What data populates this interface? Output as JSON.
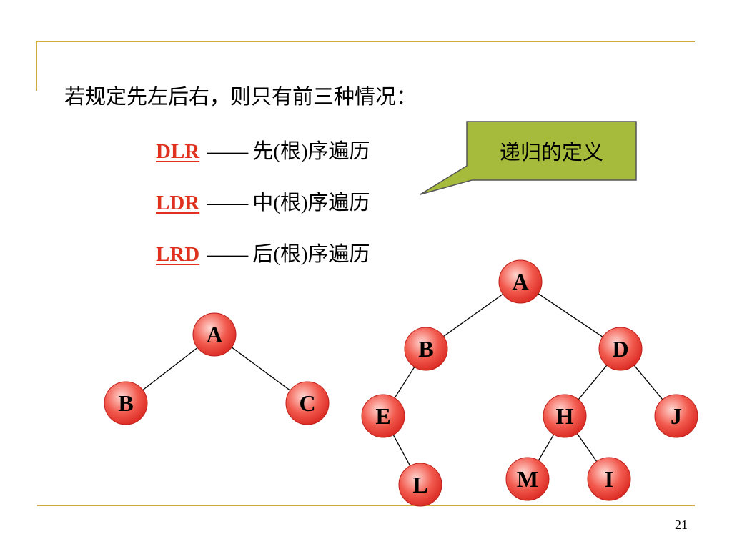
{
  "intro_text": "若规定先左后右，则只有前三种情况：",
  "orders": [
    {
      "code": "DLR",
      "dash": "——",
      "name": "先(根)序遍历"
    },
    {
      "code": "LDR",
      "dash": "——",
      "name": "中(根)序遍历"
    },
    {
      "code": "LRD",
      "dash": "——",
      "name": "后(根)序遍历"
    }
  ],
  "callout_text": "递归的定义",
  "page_number": "21",
  "colors": {
    "accent_line": "#d4a93c",
    "order_code": "#e0301e",
    "callout_fill": "#a6bb3c",
    "node_fill": "#e8362f",
    "node_highlight": "#ffd6d0"
  },
  "trees": [
    {
      "nodes": [
        {
          "id": "A",
          "label": "A"
        },
        {
          "id": "B",
          "label": "B"
        },
        {
          "id": "C",
          "label": "C"
        }
      ],
      "edges": [
        [
          "A",
          "B"
        ],
        [
          "A",
          "C"
        ]
      ]
    },
    {
      "nodes": [
        {
          "id": "A",
          "label": "A"
        },
        {
          "id": "B",
          "label": "B"
        },
        {
          "id": "D",
          "label": "D"
        },
        {
          "id": "E",
          "label": "E"
        },
        {
          "id": "H",
          "label": "H"
        },
        {
          "id": "J",
          "label": "J"
        },
        {
          "id": "L",
          "label": "L"
        },
        {
          "id": "M",
          "label": "M"
        },
        {
          "id": "I",
          "label": "I"
        }
      ],
      "edges": [
        [
          "A",
          "B"
        ],
        [
          "A",
          "D"
        ],
        [
          "B",
          "E"
        ],
        [
          "E",
          "L"
        ],
        [
          "D",
          "H"
        ],
        [
          "D",
          "J"
        ],
        [
          "H",
          "M"
        ],
        [
          "H",
          "I"
        ]
      ]
    }
  ]
}
